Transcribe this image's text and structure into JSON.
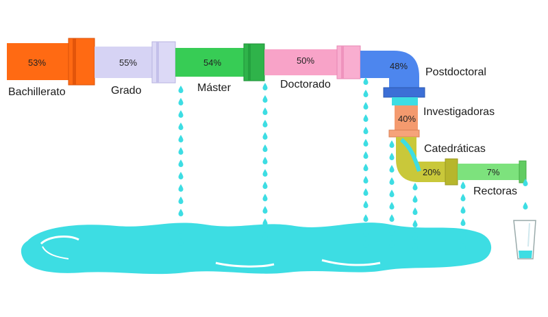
{
  "stages": [
    {
      "key": "bachillerato",
      "label": "Bachillerato",
      "percent": "53%",
      "color": "#ff6a13"
    },
    {
      "key": "grado",
      "label": "Grado",
      "percent": "55%",
      "color": "#d6d3f4"
    },
    {
      "key": "master",
      "label": "Máster",
      "percent": "54%",
      "color": "#37cc55"
    },
    {
      "key": "doctorado",
      "label": "Doctorado",
      "percent": "50%",
      "color": "#f8a3c8"
    },
    {
      "key": "postdoctoral",
      "label": "Postdoctoral",
      "percent": "48%",
      "color": "#4d86ee"
    },
    {
      "key": "investigadoras",
      "label": "Investigadoras",
      "percent": "40%",
      "color": "#f49a6e"
    },
    {
      "key": "catedraticas",
      "label": "Catedráticas",
      "percent": "20%",
      "color": "#c9c83a"
    },
    {
      "key": "rectoras",
      "label": "Rectoras",
      "percent": "7%",
      "color": "#7de27d"
    }
  ],
  "colors": {
    "water": "#3ddde3",
    "puddle_edge": "#2cc6cc"
  }
}
